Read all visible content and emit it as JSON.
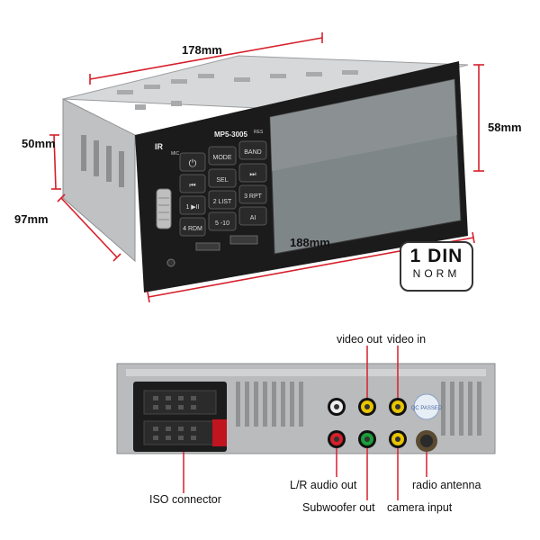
{
  "dimensions": {
    "width": "178mm",
    "depth": "97mm",
    "height_side": "50mm",
    "height_front": "58mm",
    "front_width": "188mm"
  },
  "badge": {
    "title": "1 DIN",
    "subtitle": "NORM"
  },
  "device": {
    "model": "MP5-3005",
    "buttons": [
      "MODE",
      "BAND",
      "SEL",
      "2 LIST",
      "3 RPT",
      "1 ▶II",
      "4 RDM",
      "5 -10",
      "⏮",
      "⏭",
      "⏻",
      "AI"
    ],
    "small_labels": [
      "IR",
      "MIC",
      "RES"
    ]
  },
  "rear_labels": {
    "video_out": "video out",
    "video_in": "video in",
    "lr_audio_out": "L/R audio out",
    "radio_antenna": "radio antenna",
    "iso_connector": "ISO connector",
    "subwoofer_out": "Subwoofer out",
    "camera_input": "camera input"
  },
  "sticker": "QC PASSED",
  "colors": {
    "accent": "#d6202b",
    "body": "#b8babb",
    "bezel": "#1b1b1b"
  }
}
